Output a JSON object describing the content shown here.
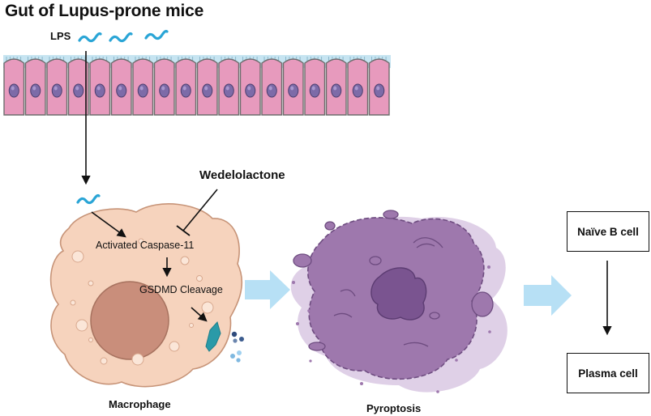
{
  "title": "Gut of Lupus-prone mice",
  "lps_label": "LPS",
  "inhibitor_label": "Wedelolactone",
  "steps": {
    "caspase": "Activated Caspase-11",
    "gsdmd": "GSDMD Cleavage"
  },
  "cells": {
    "macrophage": "Macrophage",
    "pyroptosis": "Pyroptosis"
  },
  "b_cell_boxes": {
    "naive": "Naïve B cell",
    "plasma": "Plasma cell"
  },
  "colors": {
    "epithelium_cell": "#e79abd",
    "epithelium_stroke": "#6d6d6d",
    "nucleus_epi": "#7d6ba8",
    "microvilli_bg": "#c6e4f1",
    "lps_squiggle": "#2aa5d6",
    "macrophage_fill": "#f6d3bd",
    "macrophage_nucleus": "#c98e7b",
    "gsdmd_pore": "#2a9aa8",
    "pyroptotic_cell": "#9e78ad",
    "pyroptotic_halo": "#ddcde6",
    "flow_arrow": "#b7e0f5"
  },
  "icons": [
    "lps-squiggle-icon",
    "gsdmd-pore-icon",
    "cytokine-dots-icon",
    "block-arrow-icon"
  ]
}
